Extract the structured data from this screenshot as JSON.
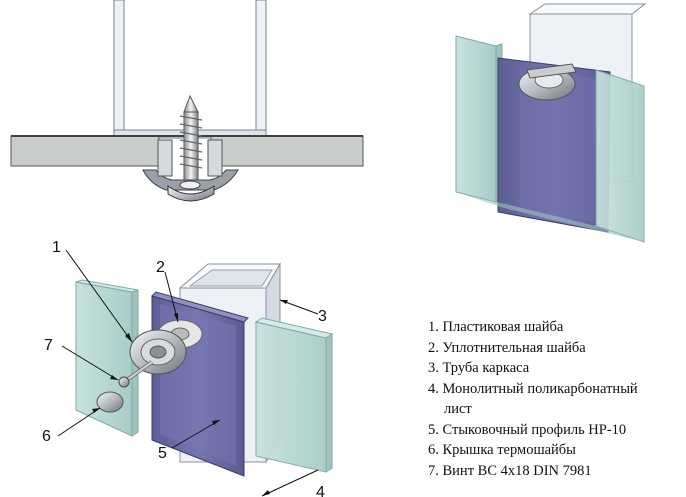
{
  "callouts": [
    "1",
    "2",
    "3",
    "4",
    "5",
    "6",
    "7"
  ],
  "legend": [
    "1. Пластиковая шайба",
    "2. Уплотнительная шайба",
    "3. Труба каркаса",
    "4. Монолитный поликарбонатный",
    "лист",
    "5. Стыковочный профиль НР-10",
    "6. Крышка термошайбы",
    "7. Винт ВС 4х18 DIN 7981"
  ],
  "colors": {
    "polycarbonate": "#b9d8d4",
    "profile": "#6e6fa6",
    "tube": "#e9eef4",
    "washer_metal": "#b8bcc2",
    "sealing": "#e2e2e2"
  }
}
